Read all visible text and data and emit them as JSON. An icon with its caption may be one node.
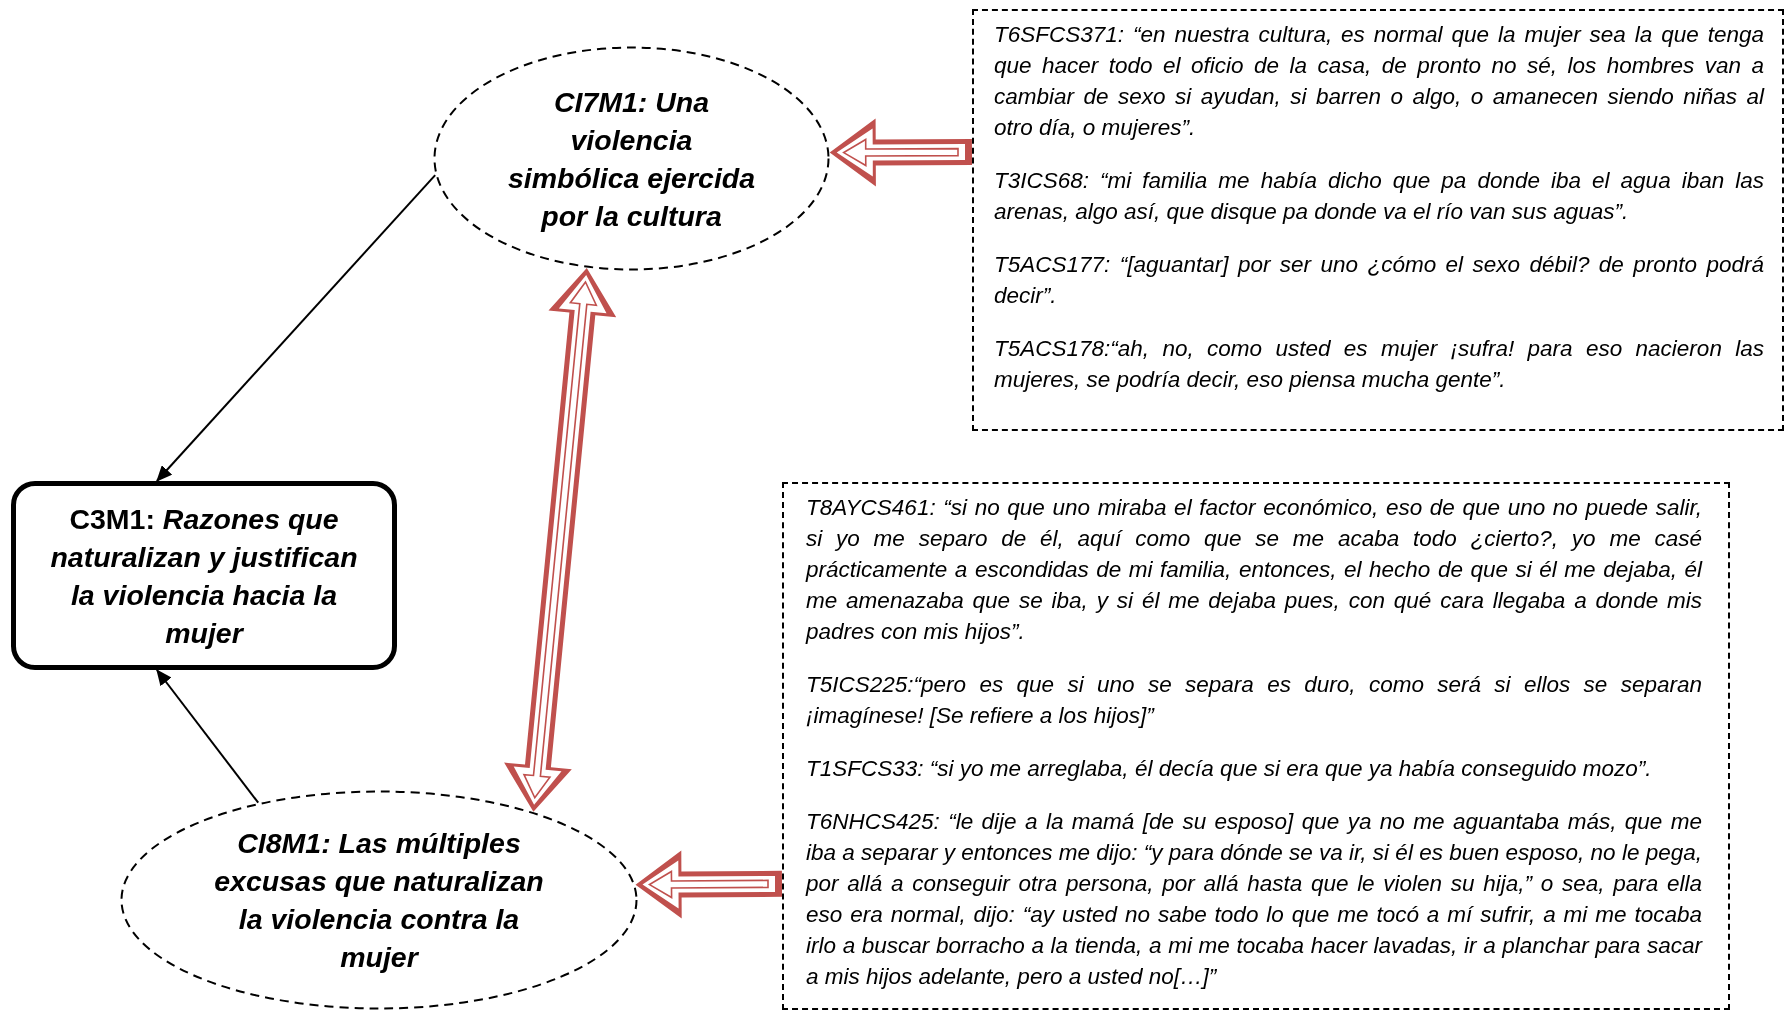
{
  "diagram": {
    "nodes": [
      {
        "text": [
          "CI7M1: Una violencia simbólica ejercida por la cultura"
        ]
      },
      {
        "text": [
          "T6SFCS371: “en nuestra cultura, es normal que la mujer sea la que tenga que hacer todo el oficio de la casa, de pronto no sé, los hombres van a cambiar de sexo si ayudan, si barren o algo, o amanecen siendo niñas al otro día, o mujeres”.",
          "T3ICS68: “mi familia me había dicho que pa donde iba el agua iban las arenas, algo así, que disque pa donde va el río van sus aguas”.",
          "T5ACS177: “[aguantar] por ser uno ¿cómo el sexo débil? de pronto podrá decir”.",
          "T5ACS178:“ah, no, como usted es mujer ¡sufra! para eso nacieron las mujeres, se podría decir, eso piensa mucha gente”."
        ]
      },
      {
        "text": [
          "C3M1: *Razones que naturalizan y justifican la violencia hacia la mujer*"
        ]
      },
      {
        "text": [
          "T8AYCS461: “si no que uno miraba el factor económico, eso de que uno no puede salir, si yo me separo de él, aquí como que se me acaba todo ¿cierto?, yo me casé prácticamente a escondidas de mi familia, entonces, el hecho de que si él me dejaba, él me amenazaba que se iba, y si él me dejaba pues, con qué cara llegaba a donde mis padres con mis hijos”.",
          "T5ICS225:“pero es que si uno se separa es duro, como será si ellos se separan ¡imagínese! [Se refiere a los hijos]”",
          "T1SFCS33: “si yo me arreglaba, él decía que si era que ya había conseguido mozo”.",
          "T6NHCS425: “le dije a la mamá [de su esposo] que ya no me aguantaba más, que me iba a separar y entonces me dijo: “y para dónde se va ir, si él es buen esposo, no le pega, por allá a conseguir otra persona, por allá hasta que le violen su hija,” o sea, para ella eso era normal, dijo: “ay usted no sabe todo lo que me tocó a mí sufrir, a mi me tocaba irlo a buscar borracho a la tienda, a mi me tocaba hacer lavadas, ir a planchar para sacar a mis hijos adelante, pero a usted no[…]”"
        ]
      },
      {
        "text": [
          "CI8M1: Las múltiples excusas que naturalizan la violencia contra la mujer"
        ]
      }
    ],
    "edges": [
      {
        "from": 0,
        "to": 2,
        "arrow": "to"
      },
      {
        "from": 4,
        "to": 2,
        "arrow": "to"
      },
      {
        "from": 1,
        "to": 0,
        "arrow": "to",
        "style": "thick",
        "color": "#c0504d"
      },
      {
        "from": 0,
        "to": 4,
        "arrow": "both",
        "style": "thick",
        "color": "#c0504d"
      },
      {
        "from": 3,
        "to": 4,
        "arrow": "to",
        "style": "thick",
        "color": "#c0504d"
      }
    ]
  }
}
